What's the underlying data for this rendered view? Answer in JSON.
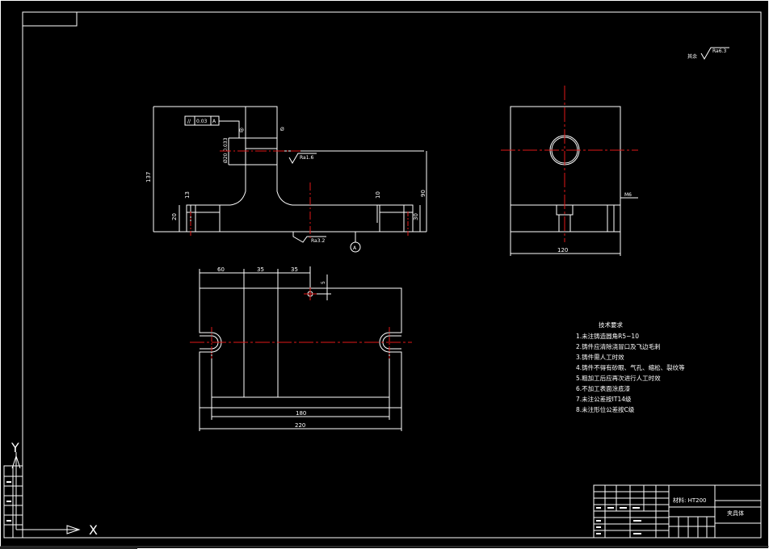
{
  "roughness_general": {
    "label": "其余",
    "value": "Ra6.3"
  },
  "front_view": {
    "dims": {
      "overall_height": "137",
      "base_left": "20",
      "step_left": "13",
      "step_right": "10",
      "base_right": "30",
      "right_height": "90",
      "bore": "Ø20 0.033"
    },
    "tolerance_frame": {
      "symbol": "//",
      "value": "0.03",
      "datum": "A"
    },
    "roughness_side": "Ra1.6",
    "roughness_bottom": "Ra3.2",
    "datum_label": "A"
  },
  "side_view": {
    "width_dim": "120",
    "thread": "M6"
  },
  "top_view": {
    "dims": {
      "d60": "60",
      "d35a": "35",
      "d35b": "35",
      "d5": "5",
      "inner": "180",
      "overall": "220"
    }
  },
  "technical_requirements": {
    "title": "技术要求",
    "items": [
      "1.未注铸造圆角R5~10",
      "2.铸件应清除浇冒口及飞边毛刺",
      "3.铸件需人工时效",
      "4.铸件不得有砂眼、气孔、缩松、裂纹等",
      "5.粗加工后应再次进行人工时效",
      "6.不加工表面涂底漆",
      "7.未注公差按IT14级",
      "8.未注形位公差按C级"
    ]
  },
  "title_block": {
    "material": "材料: HT200",
    "part_name": "夹具体"
  },
  "ucs": {
    "x": "X",
    "y": "Y"
  }
}
